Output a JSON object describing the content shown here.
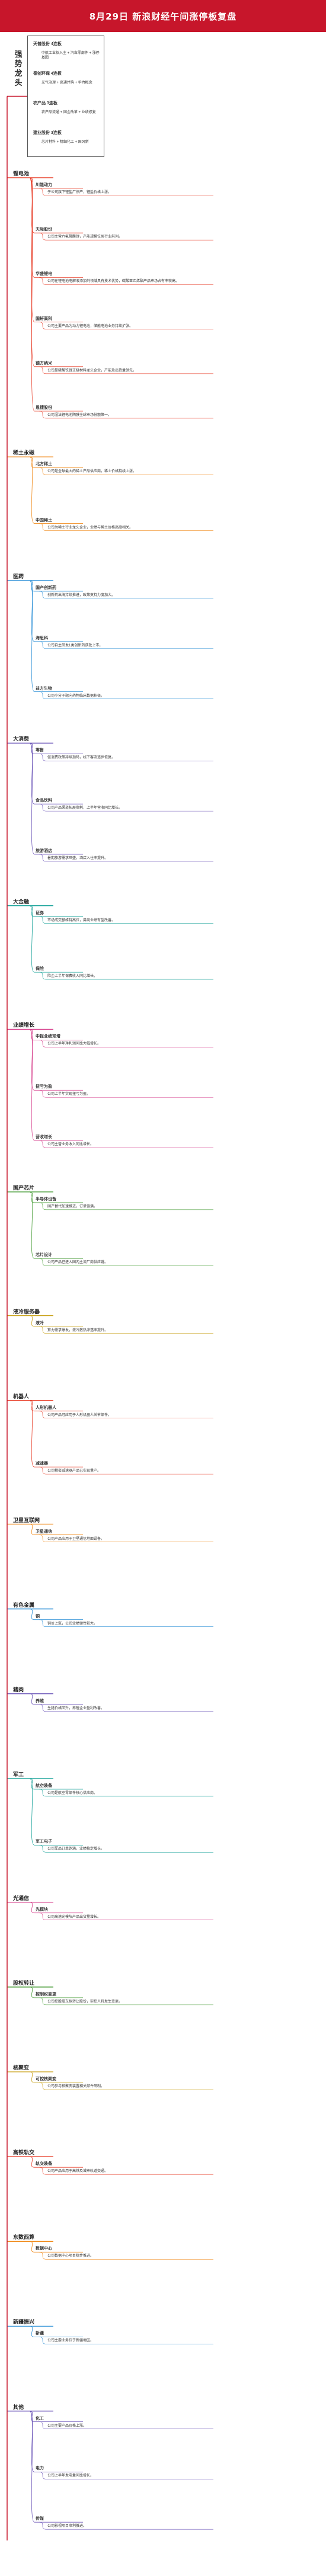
{
  "banner": {
    "title": "8月29日 新浪财经午间涨停板复盘"
  },
  "overview": {
    "title": "强势龙头",
    "items": [
      {
        "label": "天普股份 4连板",
        "detail": "中航工业拟入主 + 汽车零部件 + 涨停基因"
      },
      {
        "label": "德创环保 4连板",
        "detail": "光气治理 + 高通并购 + 华为概念"
      },
      {
        "label": "农产品 3连板",
        "detail": "农产品流通 + 国企改革 + 业绩修复"
      },
      {
        "label": "建业股份 3连板",
        "detail": "芯片材料 + 精细化工 + 国风新"
      }
    ]
  },
  "sections": [
    {
      "title": "锂电池",
      "nodes": [
        {
          "label": "川能动力",
          "text": "子公司旗下锂盐厂停产，锂盐价格上涨。"
        },
        {
          "label": "天际股份",
          "text": "公司主营六氟磷酸锂，产能规模位居行业前列。"
        },
        {
          "label": "华盛锂电",
          "text": "公司在锂电池电解液添加剂领域具有技术优势，碳酸亚乙烯酯产品市场占有率较高。"
        },
        {
          "label": "国轩高科",
          "text": "公司主要产品为动力锂电池，储能电池业务持续扩张。"
        },
        {
          "label": "德方纳米",
          "text": "公司是磷酸铁锂正极材料龙头企业，产能及出货量领先。"
        },
        {
          "label": "恩捷股份",
          "text": "公司湿法锂电池隔膜全球市场份额第一。"
        }
      ]
    },
    {
      "title": "稀土永磁",
      "nodes": [
        {
          "label": "北方稀土",
          "text": "公司是全球最大的稀土产品供应商，稀土价格持续上涨。"
        },
        {
          "label": "中国稀土",
          "text": "公司为稀土行业龙头企业，业绩与稀土价格高度相关。"
        }
      ]
    },
    {
      "title": "医药",
      "nodes": [
        {
          "label": "国产创新药",
          "text": "创新药出海持续推进，政策支持力度加大。"
        },
        {
          "label": "海思科",
          "text": "公司自主研发1类创新药获批上市。"
        },
        {
          "label": "益方生物",
          "text": "公司小分子靶向药物临床数据积极。"
        }
      ]
    },
    {
      "title": "大消费",
      "nodes": [
        {
          "label": "零售",
          "text": "促消费政策持续加码，线下客流逐步恢复。"
        },
        {
          "label": "食品饮料",
          "text": "公司产品渠道拓展顺利，上半年营收同比增长。"
        },
        {
          "label": "旅游酒店",
          "text": "暑期旅游需求旺盛，酒店入住率提升。"
        }
      ]
    },
    {
      "title": "大金融",
      "nodes": [
        {
          "label": "证券",
          "text": "市场成交额维持高位，券商业绩有望改善。"
        },
        {
          "label": "保险",
          "text": "险企上半年保费收入同比增长。"
        }
      ]
    },
    {
      "title": "业绩增长",
      "nodes": [
        {
          "label": "中报业绩预增",
          "text": "公司上半年净利润同比大幅增长。"
        },
        {
          "label": "扭亏为盈",
          "text": "公司上半年实现扭亏为盈。"
        },
        {
          "label": "营收增长",
          "text": "公司主营业务收入同比增长。"
        }
      ]
    },
    {
      "title": "国产芯片",
      "nodes": [
        {
          "label": "半导体设备",
          "text": "国产替代加速推进，订单饱满。"
        },
        {
          "label": "芯片设计",
          "text": "公司产品已进入国内主流厂商供应链。"
        }
      ]
    },
    {
      "title": "液冷服务器",
      "nodes": [
        {
          "label": "液冷",
          "text": "算力需求爆发，液冷散热渗透率提升。"
        }
      ]
    },
    {
      "title": "机器人",
      "nodes": [
        {
          "label": "人形机器人",
          "text": "公司产品可应用于人形机器人关节部件。"
        },
        {
          "label": "减速器",
          "text": "公司精密减速器产品已实现量产。"
        }
      ]
    },
    {
      "title": "卫星互联网",
      "nodes": [
        {
          "label": "卫星通信",
          "text": "公司产品应用于卫星通信地面设备。"
        }
      ]
    },
    {
      "title": "有色金属",
      "nodes": [
        {
          "label": "铜",
          "text": "铜价上涨，公司业绩弹性较大。"
        }
      ]
    },
    {
      "title": "猪肉",
      "nodes": [
        {
          "label": "养殖",
          "text": "生猪价格回升，养殖企业盈利改善。"
        }
      ]
    },
    {
      "title": "军工",
      "nodes": [
        {
          "label": "航空装备",
          "text": "公司是航空零部件核心供应商。"
        },
        {
          "label": "军工电子",
          "text": "公司军品订单饱满，业绩稳定增长。"
        }
      ]
    },
    {
      "title": "光通信",
      "nodes": [
        {
          "label": "光模块",
          "text": "公司高速光模块产品出货量增长。"
        }
      ]
    },
    {
      "title": "股权转让",
      "nodes": [
        {
          "label": "控制权变更",
          "text": "公司控股股东拟转让股份，实控人将发生变更。"
        }
      ]
    },
    {
      "title": "核聚变",
      "nodes": [
        {
          "label": "可控核聚变",
          "text": "公司参与核聚变装置相关部件研制。"
        }
      ]
    },
    {
      "title": "高铁轨交",
      "nodes": [
        {
          "label": "轨交装备",
          "text": "公司产品应用于高铁及城市轨道交通。"
        }
      ]
    },
    {
      "title": "东数西算",
      "nodes": [
        {
          "label": "数据中心",
          "text": "公司数据中心项目稳步推进。"
        }
      ]
    },
    {
      "title": "新疆振兴",
      "nodes": [
        {
          "label": "新疆",
          "text": "公司主要业务位于新疆地区。"
        }
      ]
    },
    {
      "title": "其他",
      "nodes": [
        {
          "label": "化工",
          "text": "公司主要产品价格上涨。"
        },
        {
          "label": "电力",
          "text": "公司上半年发电量同比增长。"
        },
        {
          "label": "传媒",
          "text": "公司影视项目顺利推进。"
        }
      ]
    }
  ]
}
